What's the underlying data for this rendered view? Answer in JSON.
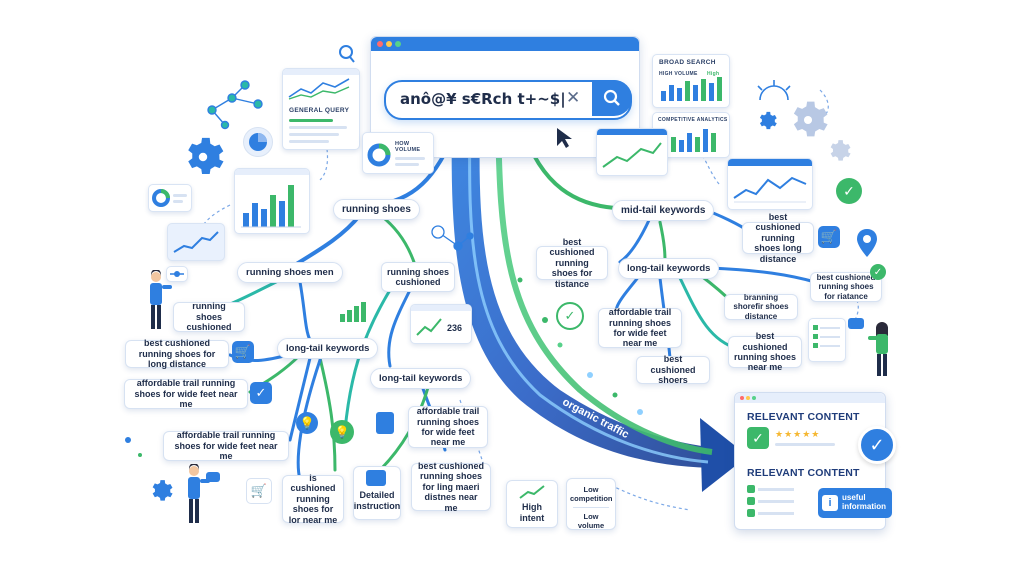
{
  "search": {
    "query": "anô@¥ s€Rch t+~$|"
  },
  "top_cards": {
    "general_query": "GENERAL QUERY",
    "broad_search": "BROAD SEARCH",
    "high_volume": "HIGH VOLUME",
    "high": "High",
    "how_volume": "HOW VOLUME",
    "competitive_analytics": "COMPETITIVE ANALYTICS",
    "stat_236": "236"
  },
  "nodes": {
    "running_shoes": "running shoes",
    "mid_tail": "mid-tail keywords",
    "running_shoes_men": "running shoes men",
    "running_shoes_cushioned_center": "running shoes cushioned",
    "running_shoes_cushioned_left": "running shoes cushioned",
    "best_cushioned_long_distance_right": "best cushioned running shoes long distance",
    "best_cushioned_tistance": "best cushioned running shoes for tistance",
    "long_tail_right": "long-tail keywords",
    "best_cushioned_right_small": "best cushioned running shoes for riatance",
    "branning_shoes": "branning shorefir shoes distance",
    "affordable_trail_right": "affordable trail running shoes for wide feet near me",
    "best_cushioned_near_me": "best cushioned running shoes near me",
    "best_cushioned_shoers": "best cushioned shoers",
    "best_cushioned_long_distance_left": "best cushioned running shoes for long distance",
    "long_tail_left": "long-tail keywords",
    "affordable_trail_left": "affordable trail running shoes for wide feet near me",
    "long_tail_center": "long-tail keywords",
    "affordable_trail_bottom_left": "affordable trail running shoes for wide feet near me",
    "affordable_trail_center": "affordable trail running shoes for wide feet near me",
    "is_cushioned": "is cushioned running shoes for lor near me",
    "detailed_instruction": "Detailed instruction",
    "best_cushioned_ling": "best cushioned running shoes for ling maeri distnes near me",
    "high_intent": "High intent",
    "low_competition": "Low competition",
    "low_volume": "Low volume"
  },
  "flow": {
    "organic_traffic": "organic traffic"
  },
  "result": {
    "relevant_content_1": "RELEVANT CONTENT",
    "relevant_content_2": "RELEVANT CONTENT",
    "useful_information": "useful information"
  },
  "colors": {
    "primary_blue": "#2f7fe0",
    "deep_blue": "#1f4fa8",
    "accent_green": "#3cb86a",
    "teal": "#2bb9a8",
    "card_border": "#d7e2f2"
  },
  "icons": [
    "search-icon",
    "close-icon",
    "cursor-icon",
    "gear-icon",
    "cart-icon",
    "check-icon",
    "location-pin-icon",
    "info-icon",
    "magnifier-icon",
    "lightbulb-icon",
    "star-icon"
  ]
}
